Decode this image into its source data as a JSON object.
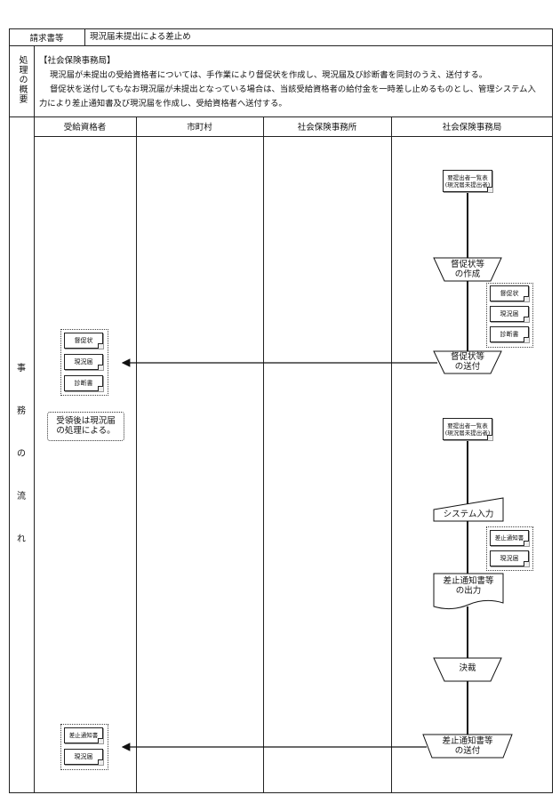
{
  "header": {
    "request_label": "請求書等",
    "request_value": "現況届未提出による差止め",
    "summary_label": "処理の概要",
    "summary_lines": [
      "【社会保険事務局】",
      "現況届が未提出の受給資格者については、手作業により督促状を作成し、現況届及び診断書を同封のうえ、送付する。",
      "督促状を送付してもなお現況届が未提出となっている場合は、当該受給資格者の給付金を一時差し止めるものとし、管理システム入",
      "力により差止通知書及び現況届を作成し、受給資格者へ送付する。"
    ]
  },
  "flow": {
    "side_label": "事務の流れ",
    "columns": [
      "受給資格者",
      "市町村",
      "社会保険事務所",
      "社会保険事務局"
    ]
  },
  "diagram": {
    "doc_list_1": [
      "要提出者一覧表",
      "(現況届未提出者)"
    ],
    "doc_list_2": [
      "要提出者一覧表",
      "(現況届未提出者)"
    ],
    "proc_create": [
      "督促状等",
      "の作成"
    ],
    "docs_right_1": [
      "督促状",
      "現況届",
      "診断書"
    ],
    "proc_send": [
      "督促状等",
      "の送付"
    ],
    "docs_left_1": [
      "督促状",
      "現況届",
      "診断書"
    ],
    "note": [
      "受領後は現況届",
      "の処理による。"
    ],
    "system_input": "システム入力",
    "docs_right_2": [
      "差止通知書",
      "現況届"
    ],
    "output": [
      "差止通知書等",
      "の出力"
    ],
    "approval": "決裁",
    "proc_send_2": [
      "差止通知書等",
      "の送付"
    ],
    "docs_left_2": [
      "差止通知書",
      "現況届"
    ]
  }
}
